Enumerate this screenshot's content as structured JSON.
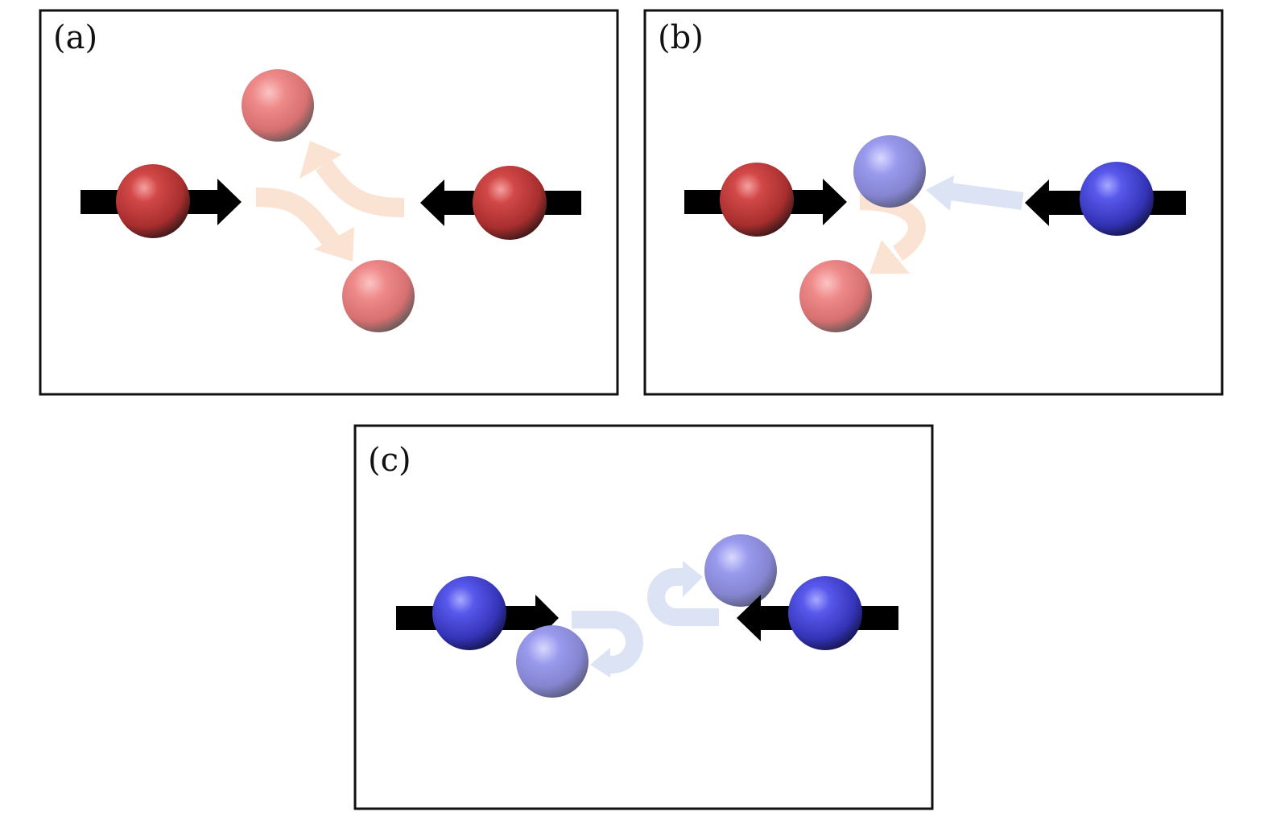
{
  "panels": [
    {
      "label": "(a)"
    },
    {
      "label": "(b)"
    },
    {
      "label": "(c)"
    }
  ],
  "colors": {
    "red_dark": "#c83a3a",
    "red_light": "#ee8a8a",
    "blue_dark": "#4a4ae0",
    "blue_light": "#9a9aec",
    "arrow_orange_pale": "#fbe3d4",
    "arrow_blue_pale": "#dbe3f4",
    "arrow_black": "#000000"
  }
}
